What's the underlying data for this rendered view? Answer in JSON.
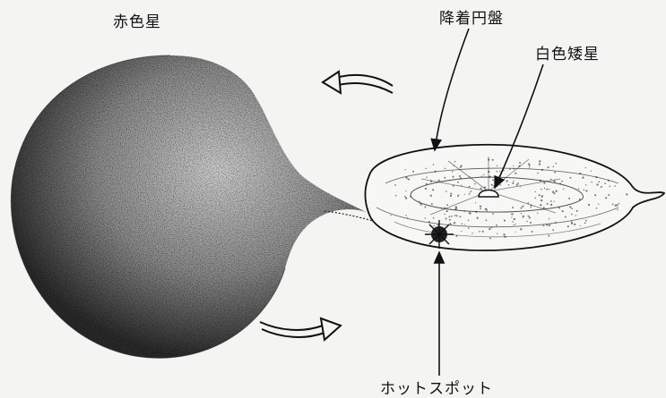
{
  "labels": {
    "red_giant": "赤色星",
    "accretion_disk": "降着円盤",
    "white_dwarf": "白色矮星",
    "hot_spot": "ホットスポット"
  },
  "colors": {
    "ink": "#111111",
    "paper": "#f4f4f2"
  }
}
